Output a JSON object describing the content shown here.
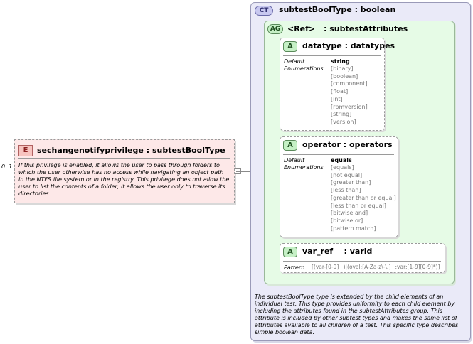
{
  "element": {
    "cardinality": "0..1",
    "badge": "E",
    "title": "sechangenotifyprivilege : subtestBoolType",
    "doc": "If this privilege is enabled, it allows the user to pass through folders to which the user otherwise has no access while navigating an object path in the NTFS file system or in the registry. This privilege does not allow the user to list the contents of a folder; it allows the user only to traverse its directories."
  },
  "complex_type": {
    "badge": "CT",
    "title": "subtestBoolType : boolean",
    "doc": "The subtestBoolType type is extended by the child elements of an individual test.  This type provides uniformity to each child element by including the attributes found in the subtestAttributes group.  This attribute is included by other subtest types and makes the same list of attributes available to all children of a test.  This specific type describes simple boolean data."
  },
  "attribute_group": {
    "badge": "AG",
    "ref": "<Ref>",
    "name": ": subtestAttributes"
  },
  "attributes": [
    {
      "badge": "A",
      "title": "datatype : datatypes",
      "default_label": "Default",
      "enum_label": "Enumerations",
      "default": "string",
      "enumerations": [
        "[binary]",
        "[boolean]",
        "[component]",
        "[float]",
        "[int]",
        "[rpmversion]",
        "[string]",
        "[version]"
      ]
    },
    {
      "badge": "A",
      "title": "operator : operators",
      "default_label": "Default",
      "enum_label": "Enumerations",
      "default": "equals",
      "enumerations": [
        "[equals]",
        "[not equal]",
        "[greater than]",
        "[less than]",
        "[greater than or equal]",
        "[less than or equal]",
        "[bitwise and]",
        "[bitwise or]",
        "[pattern match]"
      ]
    },
    {
      "badge": "A",
      "title": "var_ref    : varid",
      "pattern_label": "Pattern",
      "pattern": "[(var-[0-9]+)|(oval:[A-Za-z\\-\\.]+:var:[1-9][0-9]*)]"
    }
  ],
  "colors": {
    "element_fill": "#fde8e8",
    "element_badge": "#f7c4c0",
    "ct_fill": "#eaeaf8",
    "ct_badge": "#c8c8f0",
    "ag_fill": "#e6fbe6",
    "attr_badge": "#c6f0c6"
  },
  "icons": [
    "sequence-connector-icon"
  ]
}
